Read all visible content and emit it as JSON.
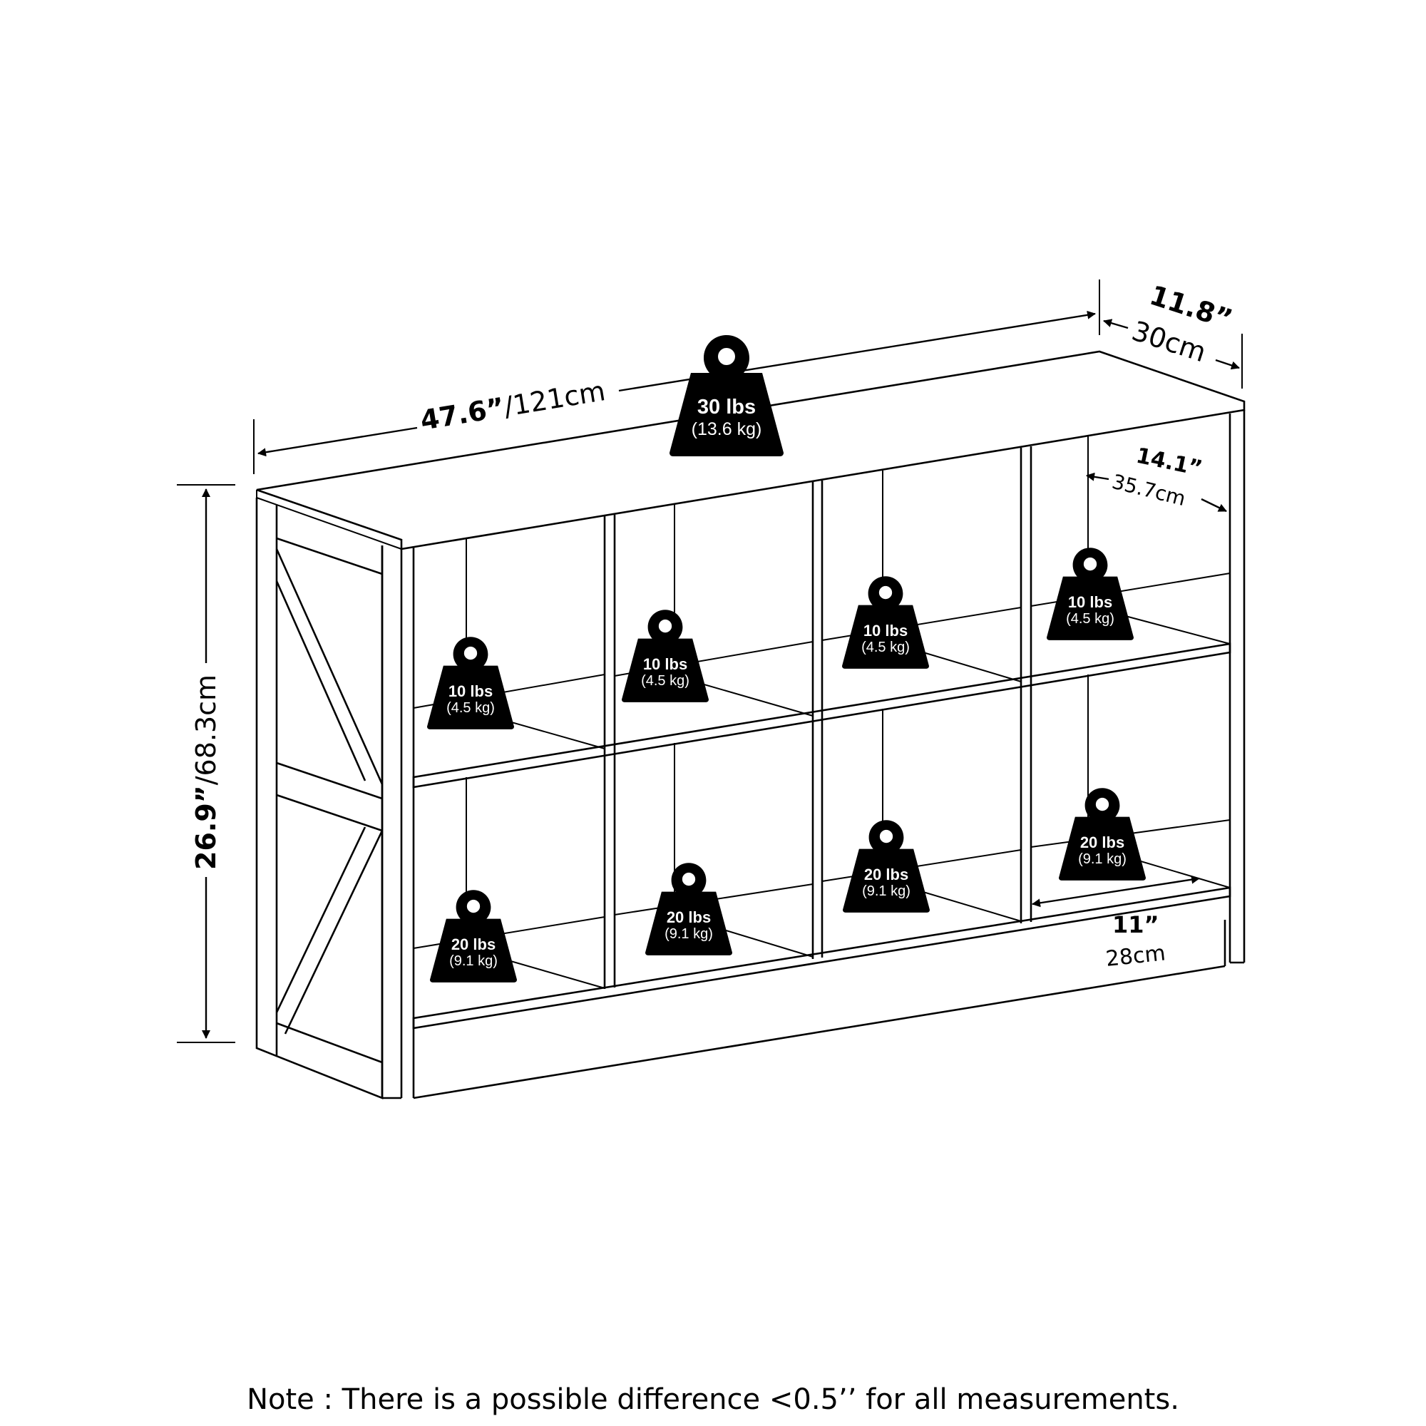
{
  "dimensions": {
    "width_in": "47.6”",
    "width_cm": "/121cm",
    "depth_in": "11.8”",
    "depth_cm": "30cm",
    "height_in": "26.9”",
    "height_cm": "/68.3cm",
    "cube_width_in": "14.1”",
    "cube_width_cm": "35.7cm",
    "cube_depth_in": "11”",
    "cube_depth_cm": "28cm"
  },
  "weights": {
    "top": {
      "lbs": "30 lbs",
      "kg": "(13.6 kg)"
    },
    "upper_shelf": [
      {
        "lbs": "10 lbs",
        "kg": "(4.5 kg)"
      },
      {
        "lbs": "10 lbs",
        "kg": "(4.5 kg)"
      },
      {
        "lbs": "10 lbs",
        "kg": "(4.5 kg)"
      },
      {
        "lbs": "10 lbs",
        "kg": "(4.5 kg)"
      }
    ],
    "lower_shelf": [
      {
        "lbs": "20 lbs",
        "kg": "(9.1 kg)"
      },
      {
        "lbs": "20 lbs",
        "kg": "(9.1 kg)"
      },
      {
        "lbs": "20 lbs",
        "kg": "(9.1 kg)"
      },
      {
        "lbs": "20 lbs",
        "kg": "(9.1 kg)"
      }
    ]
  },
  "note": "Note : There is a possible difference <0.5’’ for all measurements.",
  "icons": [
    "weight-icon",
    "arrow-icon"
  ]
}
